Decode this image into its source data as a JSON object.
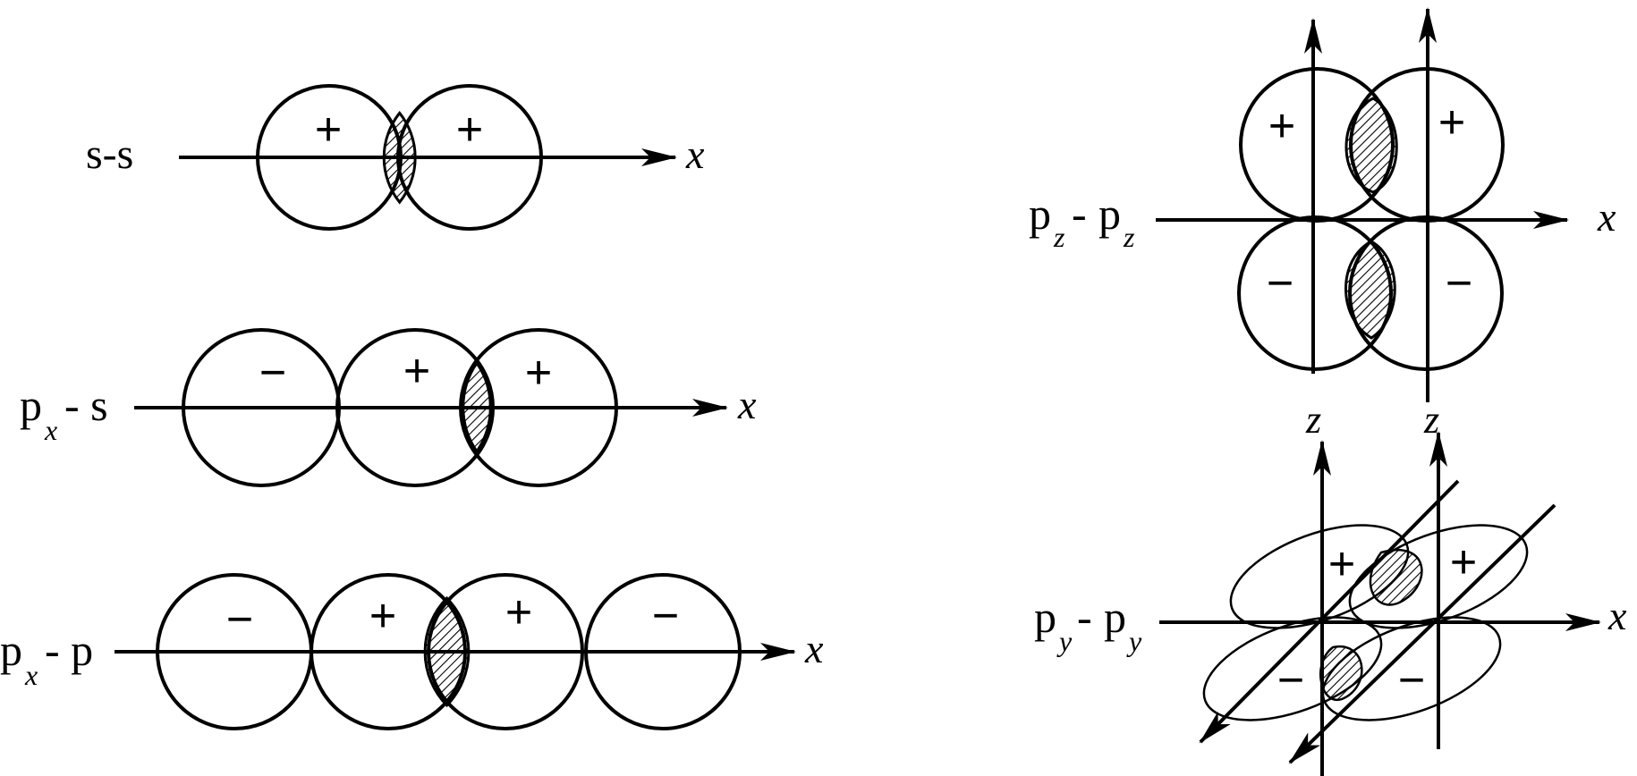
{
  "labels": {
    "ss": "s-s",
    "pxs_main": "p",
    "pxs_sub": "x",
    "pxs_tail": "- s",
    "pxp_main": "p",
    "pxp_sub": "x",
    "pxp_tail": "- p",
    "pzpz_a": "p",
    "pzpz_a_sub": "z",
    "pzpz_dash": "-",
    "pzpz_b": "p",
    "pzpz_b_sub": "z",
    "pypy_a": "p",
    "pypy_a_sub": "y",
    "pypy_dash": "-",
    "pypy_b": "p",
    "pypy_b_sub": "y"
  },
  "axis": {
    "x": "x",
    "z": "z"
  },
  "signs": {
    "plus": "+",
    "minus": "−"
  }
}
